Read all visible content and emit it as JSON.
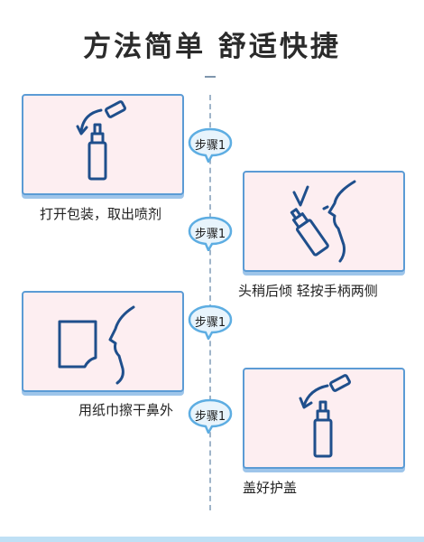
{
  "title": "方法简单 舒适快捷",
  "steps": [
    {
      "badge": "步骤1",
      "caption": "打开包装，取出喷剂"
    },
    {
      "badge": "步骤1",
      "caption": "头稍后倾 轻按手柄两侧"
    },
    {
      "badge": "步骤1",
      "caption": "用纸巾擦干鼻外"
    },
    {
      "badge": "步骤1",
      "caption": "盖好护盖"
    }
  ],
  "colors": {
    "card_border": "#5b9bd5",
    "card_fill": "#fdeef1",
    "icon_stroke": "#1f4f8c",
    "badge_fill": "#e8f4fc",
    "badge_border": "#5dade2"
  }
}
